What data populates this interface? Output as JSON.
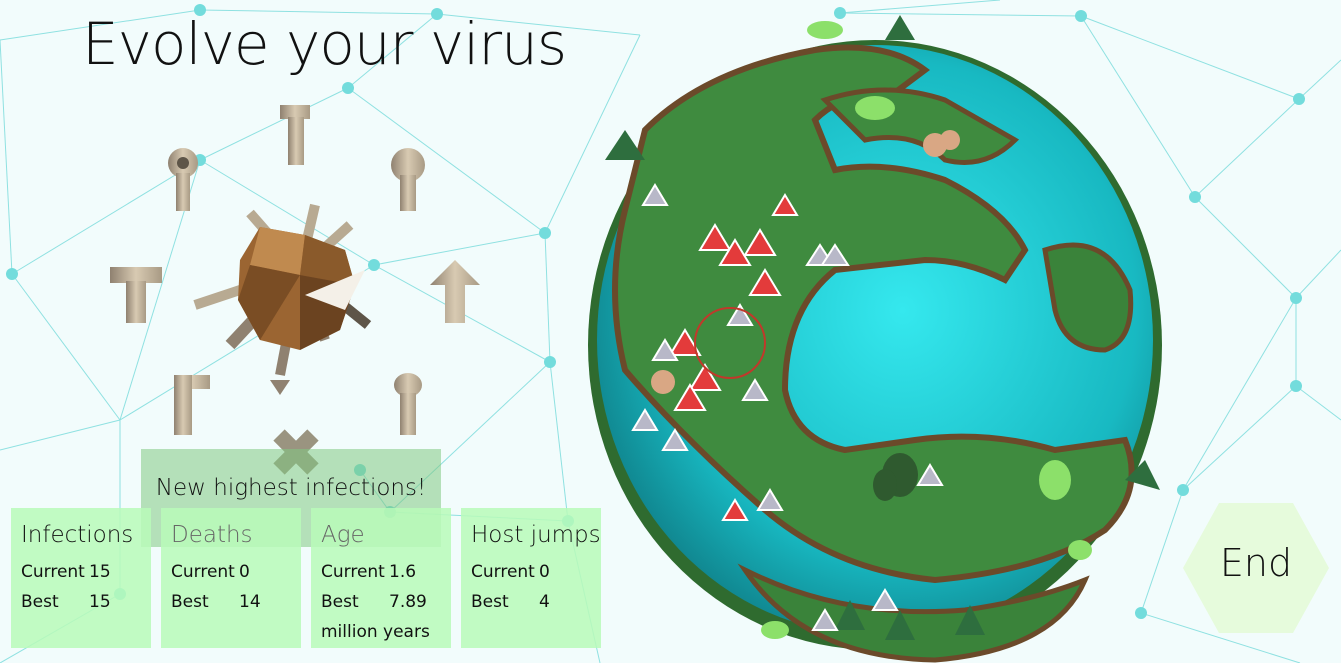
{
  "title": "Evolve your virus",
  "banner": "New highest infections!",
  "stats": [
    {
      "title": "Infections",
      "current_label": "Current",
      "current": "15",
      "best_label": "Best",
      "best": "15",
      "extra": ""
    },
    {
      "title": "Deaths",
      "current_label": "Current",
      "current": "0",
      "best_label": "Best",
      "best": "14",
      "extra": ""
    },
    {
      "title": "Age",
      "current_label": "Current",
      "current": "1.6",
      "best_label": "Best",
      "best": "7.89",
      "extra": "million years"
    },
    {
      "title": "Host jumps",
      "current_label": "Current",
      "current": "0",
      "best_label": "Best",
      "best": "4",
      "extra": ""
    }
  ],
  "end_label": "End",
  "virus_parts": [
    "t-bar-spike-icon",
    "ring-spike-icon",
    "round-knob-icon",
    "t-hammer-icon",
    "up-arrow-icon",
    "l-hook-icon",
    "bulb-spike-icon",
    "cross-icon"
  ],
  "colors": {
    "background": "#f2fcfc",
    "network": "#6fd8d8",
    "part": "#c9b9a2",
    "virus_core": "#8a5a2b",
    "stat_panel": "#b9fab9",
    "end_hex": "#e6fbdc",
    "ocean": "#19c6cc",
    "land": "#3f8b3f",
    "host_red": "#e33b3b"
  }
}
